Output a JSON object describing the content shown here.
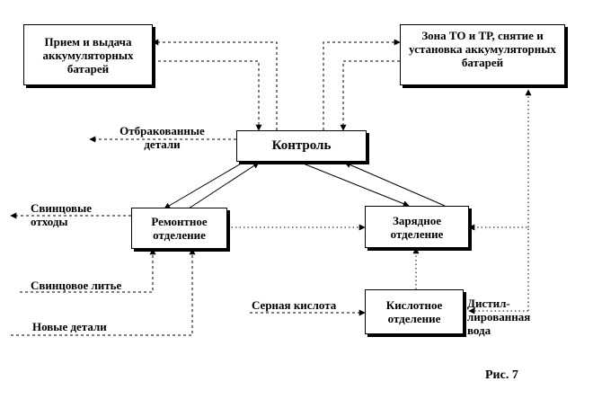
{
  "boxes": {
    "reception": "Прием и выдача аккумуляторных батарей",
    "maintenance": "Зона ТО и ТР, снятие и установка аккумуляторных батарей",
    "control": "Контроль",
    "repair": "Ремонтное отделение",
    "charging": "Зарядное отделение",
    "acid": "Кислотное отделение"
  },
  "labels": {
    "rejected": "Отбракованные детали",
    "lead_waste": "Свинцовые отходы",
    "lead_casting": "Свинцовое литье",
    "new_parts": "Новые детали",
    "sulfuric_acid": "Серная кислота",
    "distilled_water": "Дистил-лированная вода"
  },
  "figure": {
    "caption": "Рис. 7"
  }
}
